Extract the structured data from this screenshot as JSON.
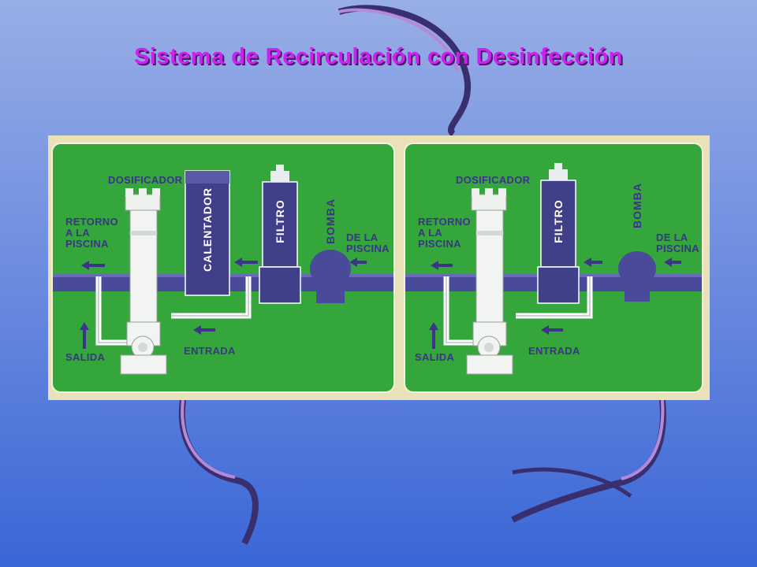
{
  "title": "Sistema de Recirculación con Desinfección",
  "colors": {
    "panel_green": "#35a63c",
    "pipe_blue": "#4a4a9a",
    "label_navy": "#3b3488",
    "title_magenta": "#cc22ee",
    "frame_cream": "#e9e2b8"
  },
  "diagrams": [
    {
      "dosificador": "DOSIFICADOR",
      "calentador": "CALENTADOR",
      "filtro": "FILTRO",
      "bomba": "BOMBA",
      "retorno": "RETORNO\nA LA\nPISCINA",
      "de_la_piscina": "DE LA\nPISCINA",
      "salida": "SALIDA",
      "entrada": "ENTRADA"
    },
    {
      "dosificador": "DOSIFICADOR",
      "filtro": "FILTRO",
      "bomba": "BOMBA",
      "retorno": "RETORNO\nA LA\nPISCINA",
      "de_la_piscina": "DE LA\nPISCINA",
      "salida": "SALIDA",
      "entrada": "ENTRADA"
    }
  ]
}
